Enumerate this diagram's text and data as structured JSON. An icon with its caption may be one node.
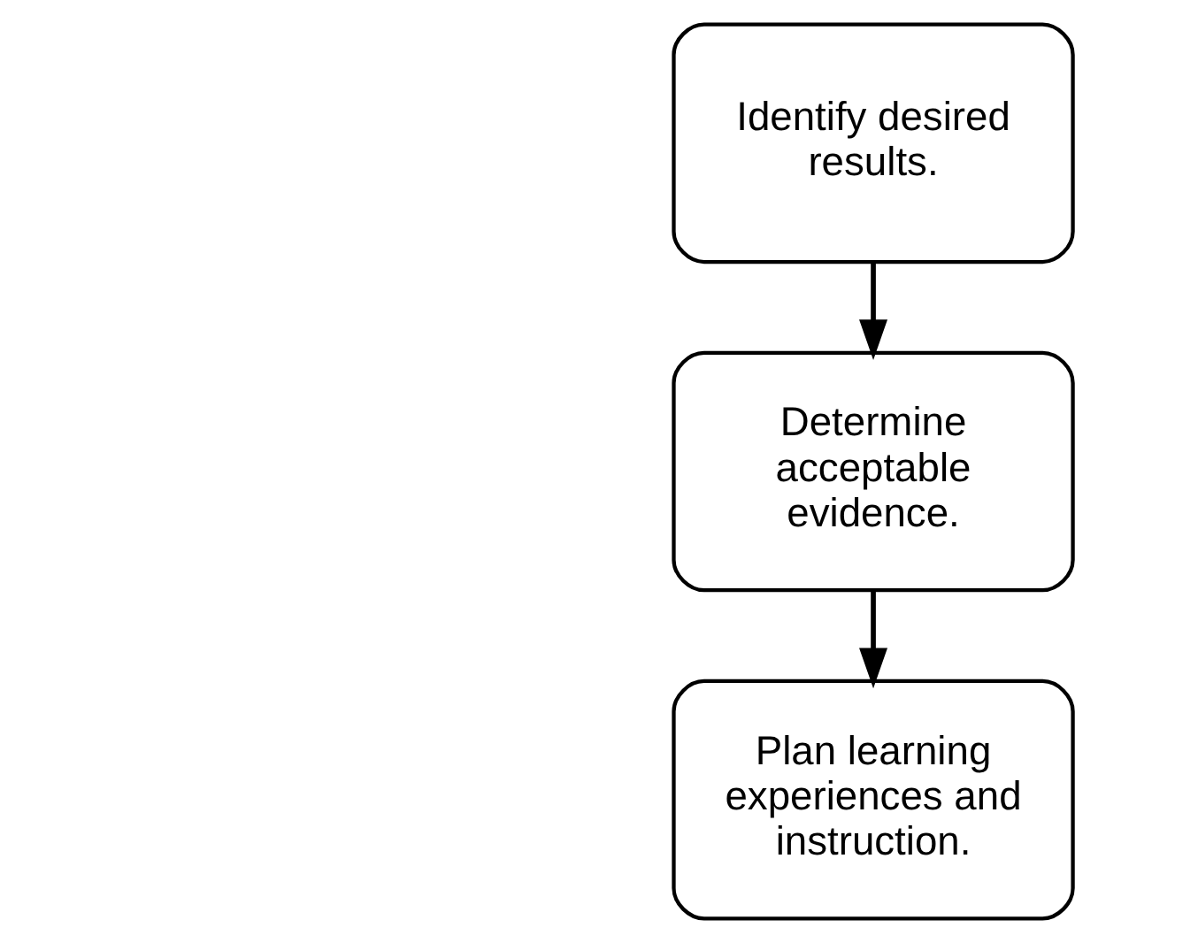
{
  "diagram": {
    "nodes": [
      {
        "text": [
          "Identify desired results."
        ]
      },
      {
        "text": [
          "Determine acceptable evidence."
        ]
      },
      {
        "text": [
          "Plan learning experiences and instruction."
        ]
      }
    ],
    "edges": [
      {
        "from": 0,
        "to": 1,
        "arrow": "to"
      },
      {
        "from": 1,
        "to": 2,
        "arrow": "to"
      }
    ]
  }
}
